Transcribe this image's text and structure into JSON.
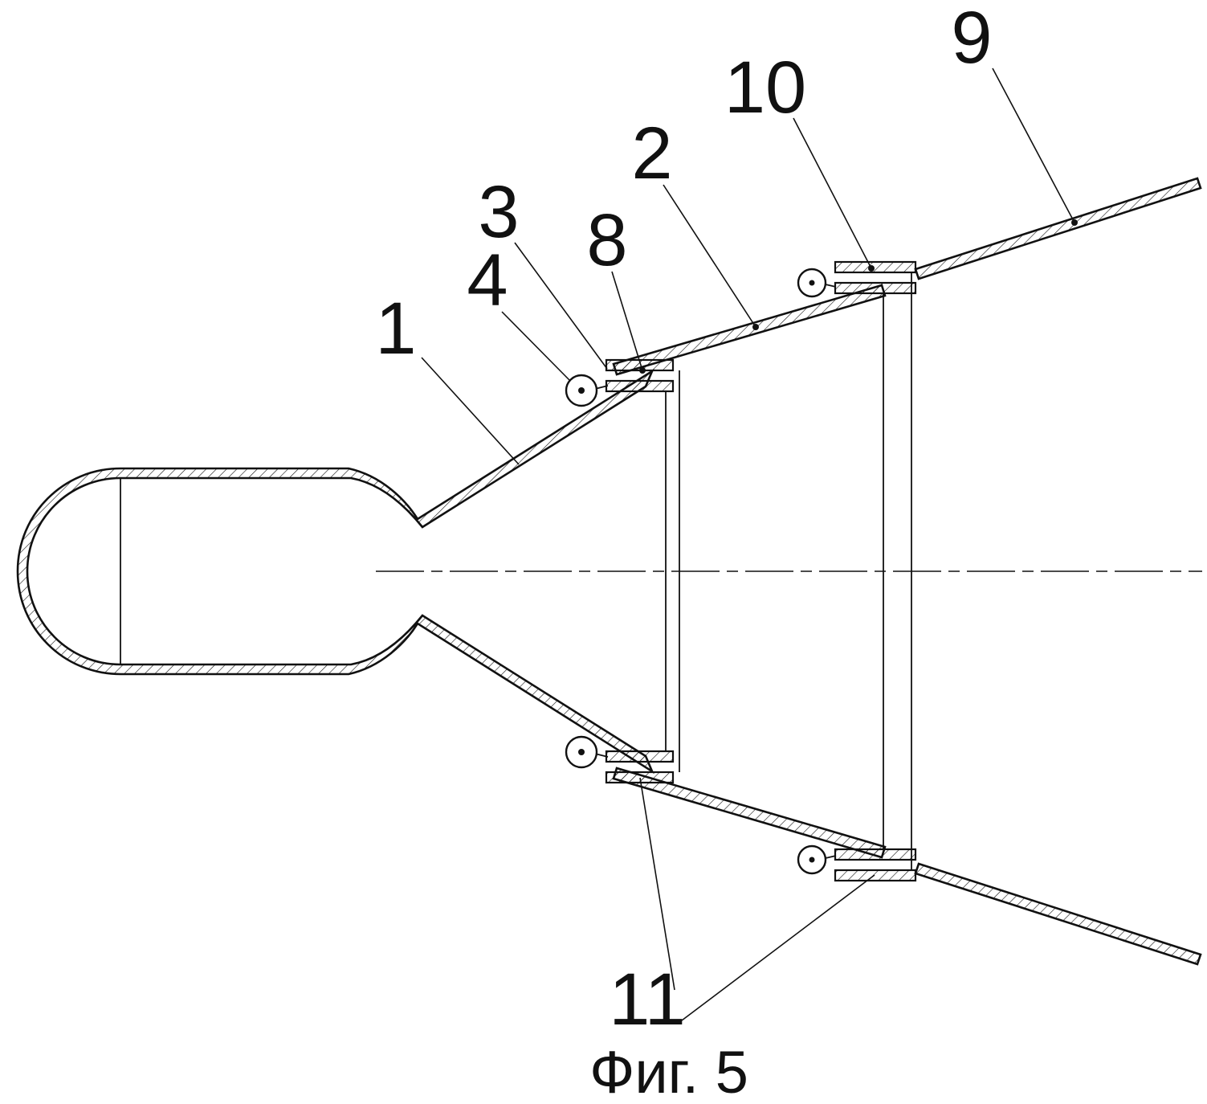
{
  "figure": {
    "caption": "Фиг. 5"
  },
  "labels": {
    "n1": "1",
    "n2": "2",
    "n3": "3",
    "n4": "4",
    "n8": "8",
    "n9": "9",
    "n10": "10",
    "n11": "11"
  },
  "colors": {
    "ink": "#111111",
    "paper": "#ffffff"
  }
}
